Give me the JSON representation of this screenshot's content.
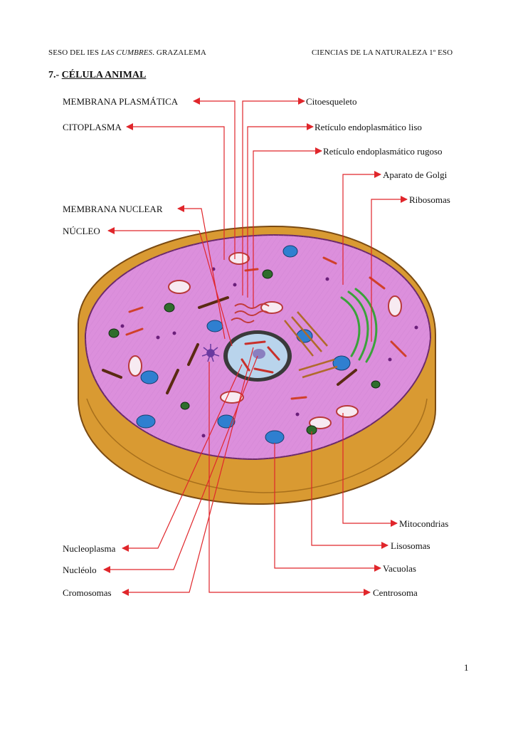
{
  "header": {
    "left_prefix": "SESO DEL IES ",
    "left_italic": "LAS CUMBRES",
    "left_suffix": ". GRAZALEMA",
    "right": "CIENCIAS DE LA NATURALEZA 1º ESO"
  },
  "title": {
    "number": "7.- ",
    "text": "CÉLULA ANIMAL"
  },
  "labels_left": {
    "membrana_plasmatica": "MEMBRANA PLASMÁTICA",
    "citoplasma": "CITOPLASMA",
    "membrana_nuclear": "MEMBRANA NUCLEAR",
    "nucleo": "NÚCLEO",
    "nucleoplasma": "Nucleoplasma",
    "nucleolo": "Nucléolo",
    "cromosomas": "Cromosomas"
  },
  "labels_right": {
    "citoesqueleto": "Citoesqueleto",
    "reticulo_liso": "Retículo endoplasmático liso",
    "reticulo_rugoso": "Retículo endoplasmático rugoso",
    "golgi": "Aparato de Golgi",
    "ribosomas": "Ribosomas",
    "mitocondrias": "Mitocondrias",
    "lisosomas": "Lisosomas",
    "vacuolas": "Vacuolas",
    "centrosoma": "Centrosoma"
  },
  "page_number": "1",
  "colors": {
    "leader_line": "#e0262b",
    "cytoplasm": "#dc8fdc",
    "membrane_base": "#d99a32",
    "nucleus": "#b9d4ec",
    "vacuole": "#2f7fd0",
    "golgi": "#3aa23a"
  }
}
